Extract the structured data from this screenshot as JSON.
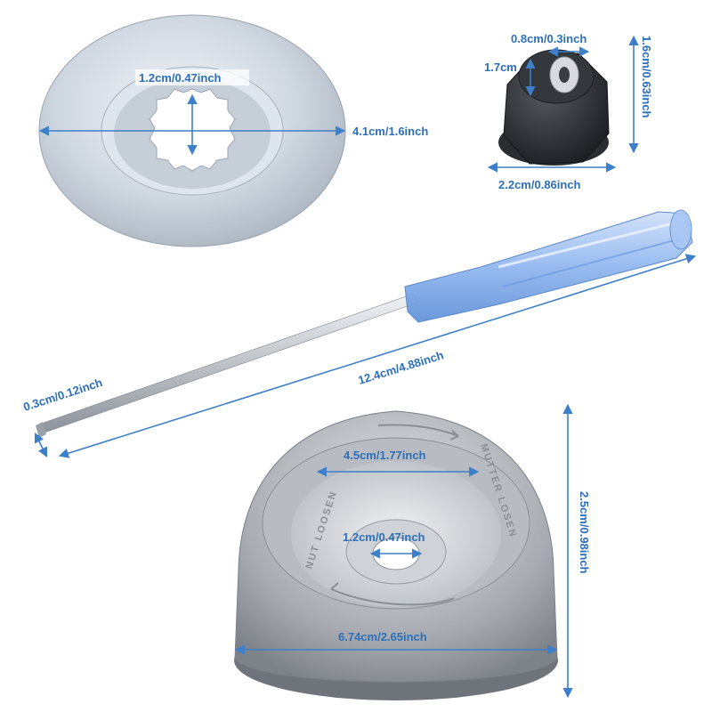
{
  "colors": {
    "dimension_line": "#3d7fc9",
    "dimension_text": "#2d6fb8",
    "washer": "#c9d2dc",
    "nut": "#2b2d31",
    "handle": "#8fb6ef",
    "cup": "#a9adb3"
  },
  "washer": {
    "inner_diameter": "1.2cm/0.47inch",
    "outer_diameter": "4.1cm/1.6inch"
  },
  "nut": {
    "hole": "0.8cm/0.3inch",
    "inner": "1.7cm",
    "height": "1.6cm/0.63inch",
    "width": "2.2cm/0.86inch"
  },
  "screwdriver": {
    "tip": "0.3cm/0.12inch",
    "length": "12.4cm/4.88inch"
  },
  "cup": {
    "top_diameter": "4.5cm/1.77inch",
    "hole": "1.2cm/0.47inch",
    "height": "2.5cm/0.98inch",
    "bottom_diameter": "6.74cm/2.65inch",
    "rim_text_left": "NUT LOOSEN",
    "rim_text_right": "MUTTER LOSEN"
  }
}
